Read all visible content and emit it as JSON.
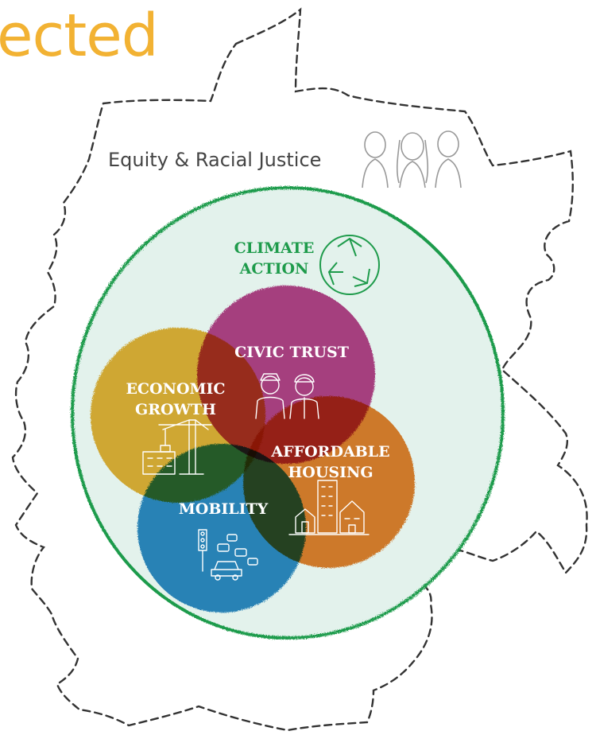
{
  "heading": {
    "text": "ected",
    "color": "#f2b233"
  },
  "outer_region": {
    "label": "Equity & Racial Justice",
    "icon": "people-icon",
    "border_color": "#333333"
  },
  "climate": {
    "line1": "CLIMATE",
    "line2": "ACTION",
    "icon": "recycle-icon",
    "color": "#1e9b4b",
    "fill": "#e3f2ec"
  },
  "circles": {
    "civic": {
      "line1": "CIVIC TRUST",
      "line2": "",
      "color": "#b5317e",
      "icon": "workers-icon"
    },
    "economic": {
      "line1": "ECONOMIC",
      "line2": "GROWTH",
      "color": "#e8aa26",
      "icon": "construction-crane-icon"
    },
    "housing": {
      "line1": "AFFORDABLE",
      "line2": "HOUSING",
      "color": "#e5741f",
      "icon": "houses-icon"
    },
    "mobility": {
      "line1": "MOBILITY",
      "line2": "",
      "color": "#1c7fbf",
      "icon": "traffic-icon"
    }
  }
}
